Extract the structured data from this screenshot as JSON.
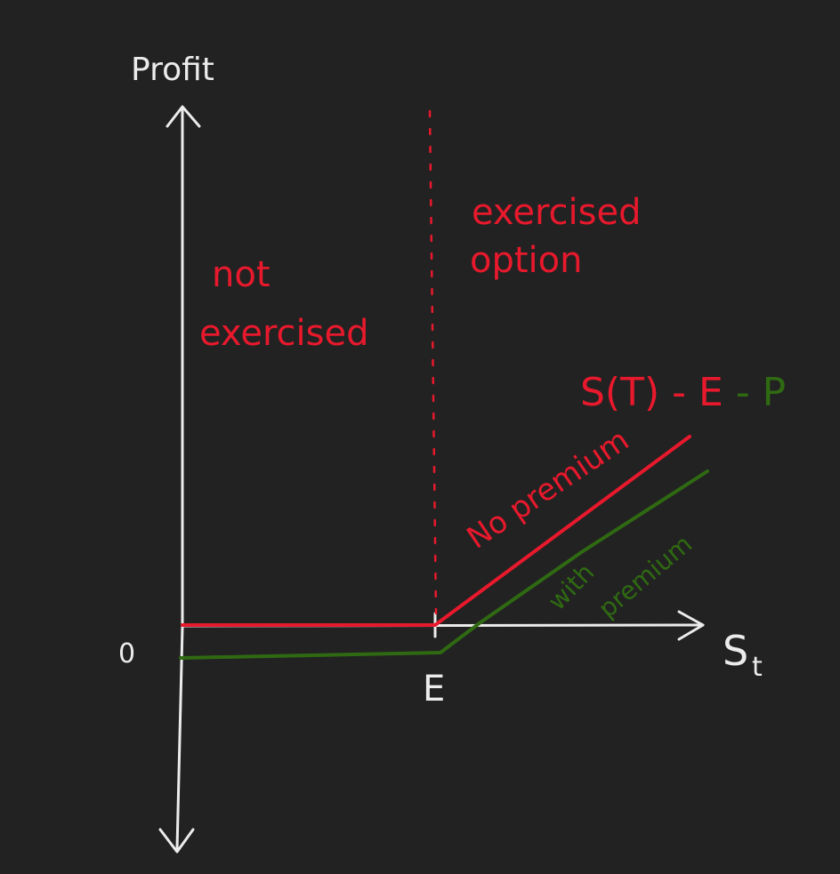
{
  "colors": {
    "background": "#222222",
    "axis": "#ececec",
    "no_premium": "#e8192c",
    "with_premium": "#2f6a12"
  },
  "labels": {
    "y_axis": "Profit",
    "x_axis": "S",
    "x_axis_subscript": "t",
    "origin": "0",
    "strike": "E",
    "region_left_line1": "not",
    "region_left_line2": "exercised",
    "region_right_line1": "exercised",
    "region_right_line2": "option",
    "formula_main": "S(T) - E",
    "formula_premium": " - P",
    "line_no_premium": "No premium",
    "line_with_premium_1": "with",
    "line_with_premium_2": "premium"
  }
}
